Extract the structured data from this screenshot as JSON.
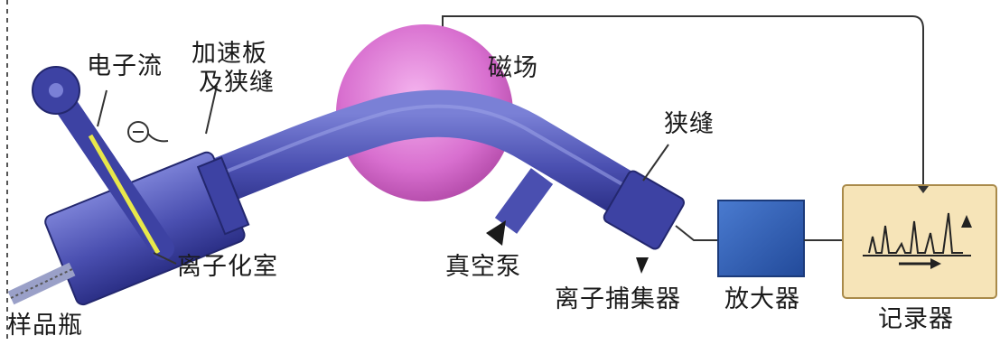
{
  "labels": {
    "electron_beam": "电子流",
    "accelerator_line1": "加速板",
    "accelerator_line2": "及狭缝",
    "magnetic_field": "磁场",
    "slit": "狭缝",
    "vacuum_pump": "真空泵",
    "ionization_chamber": "离子化室",
    "ion_collector": "离子捕集器",
    "amplifier": "放大器",
    "recorder": "记录器",
    "sample_inlet": "样品瓶",
    "ion_symbol": "⊖"
  },
  "colors": {
    "tube": "#4a4fb0",
    "tube_dark": "#2b2f86",
    "tube_highlight": "#7a80d6",
    "magnet": "#d86fcf",
    "magnet_light": "#f0a8ea",
    "beam": "#e8e84a",
    "amplifier": "#2f5fb8",
    "recorder_bg": "#f6e4b8",
    "recorder_border": "#a98a4a",
    "wire": "#333333",
    "dashed_border": "#555555"
  }
}
